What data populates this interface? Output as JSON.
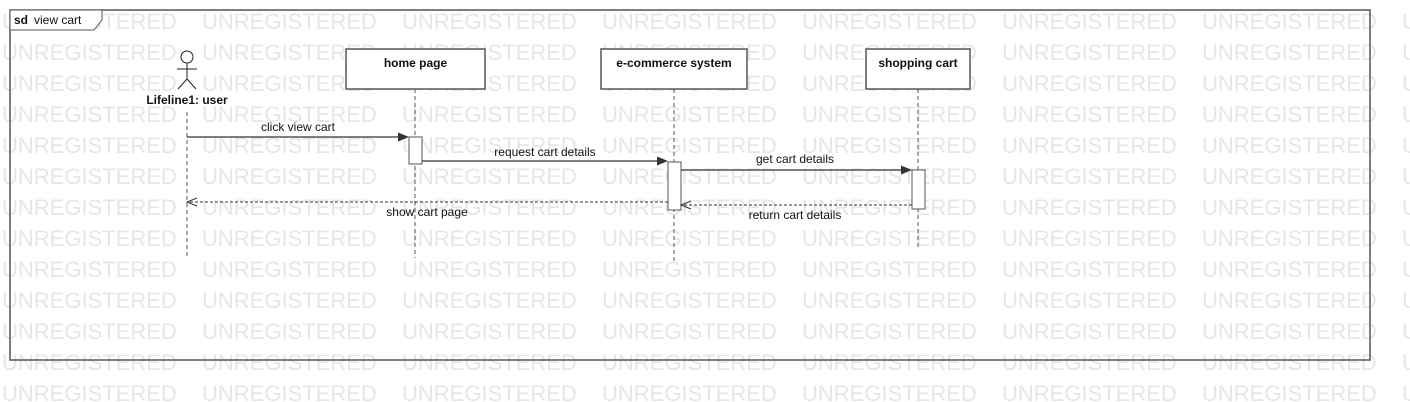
{
  "frame": {
    "keyword": "sd",
    "name": "view cart"
  },
  "watermark": {
    "text": "UNREGISTERED"
  },
  "actor": {
    "name": "Lifeline1: user"
  },
  "lifelines": [
    {
      "name": "home page"
    },
    {
      "name": "e-commerce system"
    },
    {
      "name": "shopping cart"
    }
  ],
  "messages": [
    {
      "label": "click view cart",
      "kind": "sync"
    },
    {
      "label": "request cart details",
      "kind": "sync"
    },
    {
      "label": "get cart details",
      "kind": "sync"
    },
    {
      "label": "return cart details",
      "kind": "return"
    },
    {
      "label": "show cart page",
      "kind": "return"
    }
  ],
  "colors": {
    "stroke": "#555555",
    "watermark": "#e6e6e6",
    "text": "#111111"
  }
}
